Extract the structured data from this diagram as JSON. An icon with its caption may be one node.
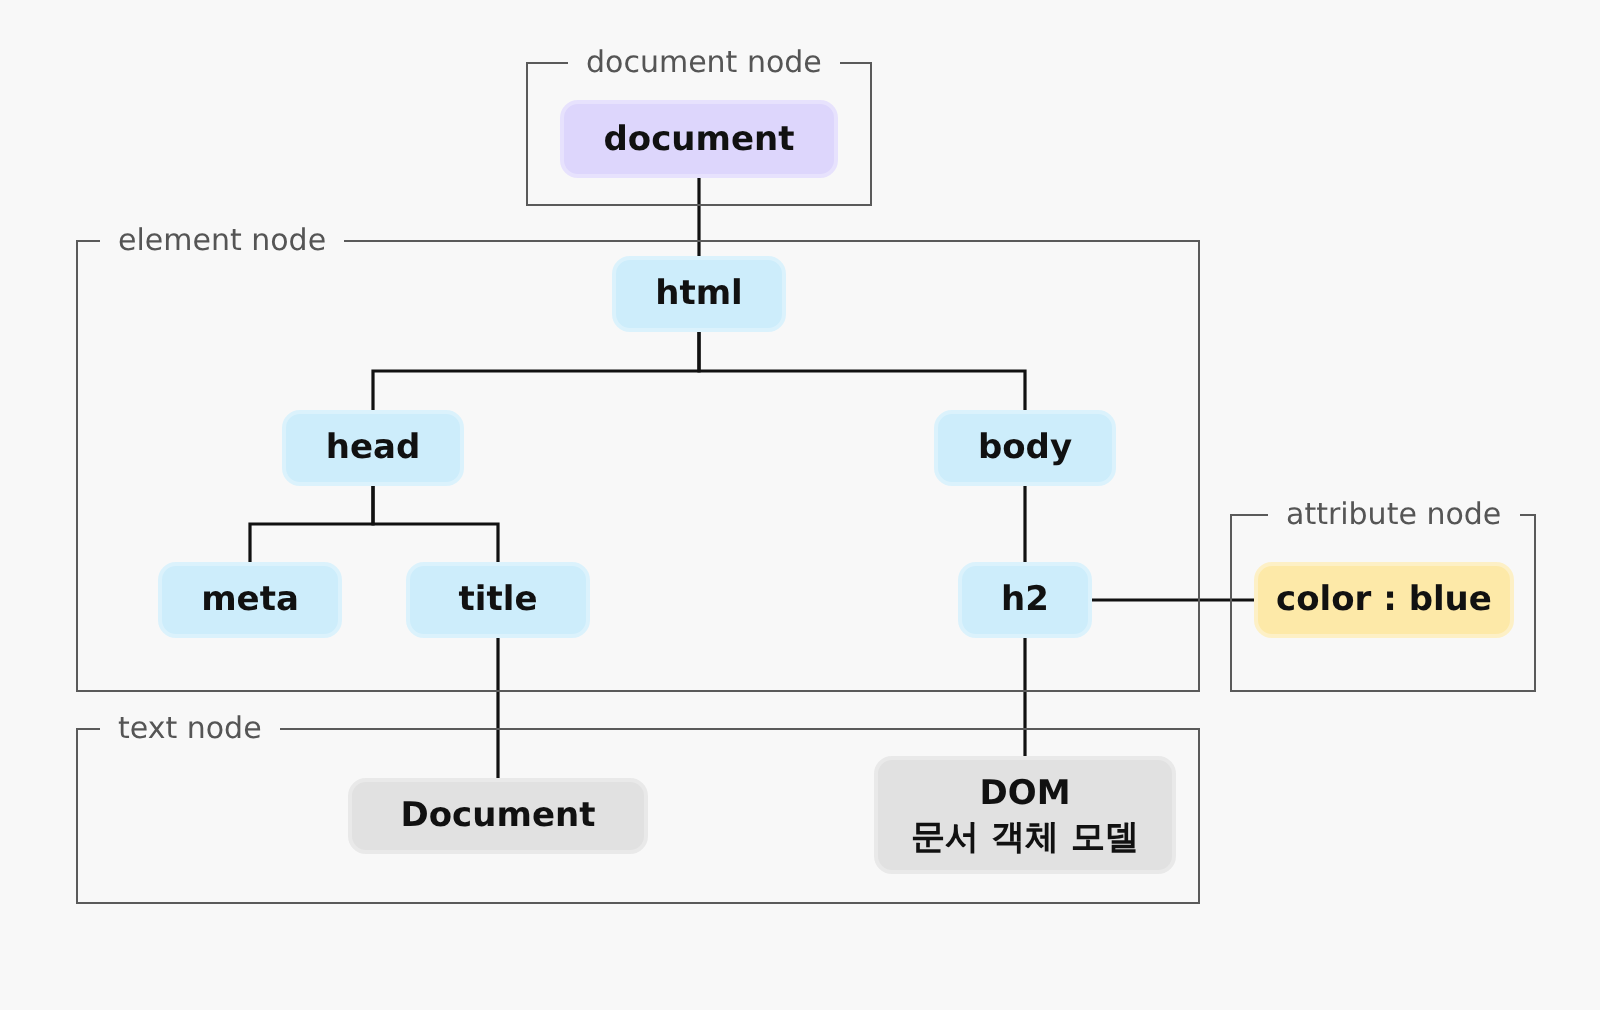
{
  "diagram": {
    "nodes": [
      {
        "text": [
          "document node"
        ]
      },
      {
        "text": [
          "document"
        ],
        "in": 0
      },
      {
        "text": [
          "element node"
        ]
      },
      {
        "text": [
          "html"
        ],
        "in": 2
      },
      {
        "text": [
          "head"
        ],
        "in": 2
      },
      {
        "text": [
          "body"
        ],
        "in": 2
      },
      {
        "text": [
          "meta"
        ],
        "in": 2
      },
      {
        "text": [
          "title"
        ],
        "in": 2
      },
      {
        "text": [
          "h2"
        ],
        "in": 2
      },
      {
        "text": [
          "attribute node"
        ]
      },
      {
        "text": [
          "color : blue"
        ],
        "in": 9
      },
      {
        "text": [
          "text node"
        ]
      },
      {
        "text": [
          "Document"
        ],
        "in": 11
      },
      {
        "text": [
          "DOM",
          "문서 객체 모델"
        ],
        "in": 11
      }
    ],
    "edges": [
      {
        "from": 1,
        "to": 3,
        "arrow": "none"
      },
      {
        "from": 3,
        "to": 4,
        "arrow": "none"
      },
      {
        "from": 3,
        "to": 5,
        "arrow": "none"
      },
      {
        "from": 4,
        "to": 6,
        "arrow": "none"
      },
      {
        "from": 4,
        "to": 7,
        "arrow": "none"
      },
      {
        "from": 5,
        "to": 8,
        "arrow": "none"
      },
      {
        "from": 8,
        "to": 10,
        "arrow": "none"
      },
      {
        "from": 7,
        "to": 12,
        "arrow": "none"
      },
      {
        "from": 8,
        "to": 13,
        "arrow": "none"
      }
    ]
  }
}
